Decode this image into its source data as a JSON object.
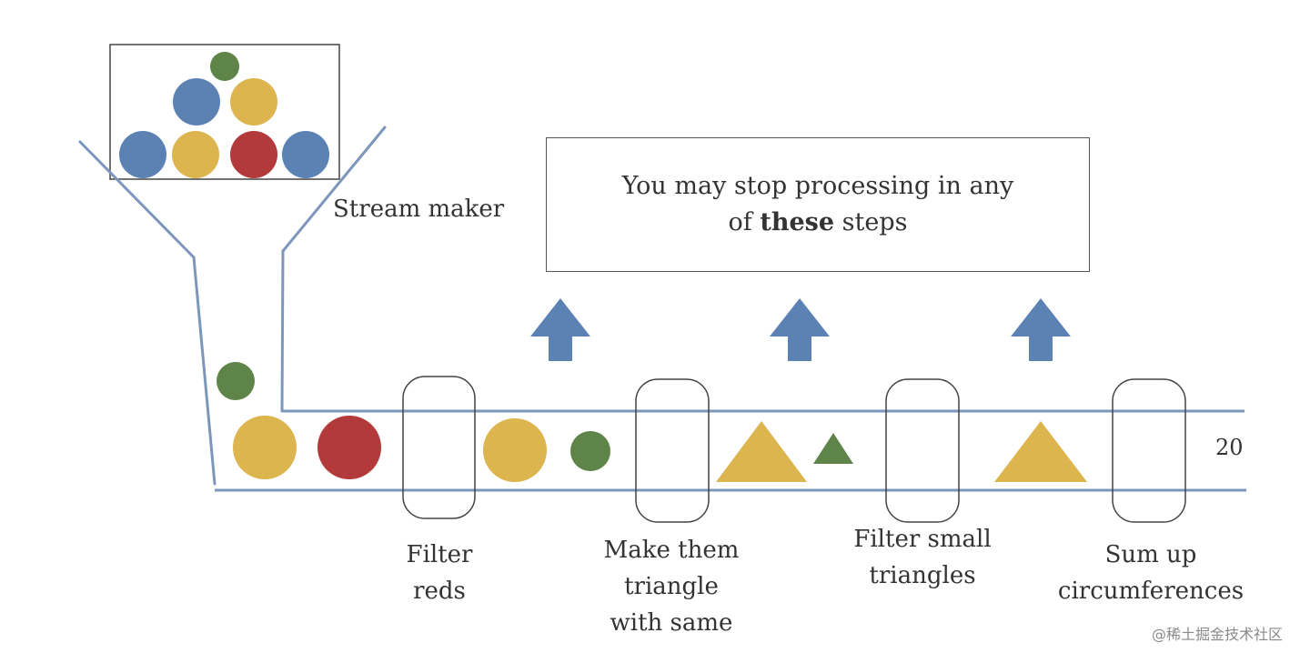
{
  "colors": {
    "blue": "#5b82b3",
    "yellow": "#ddb54e",
    "red": "#b33a3a",
    "green": "#5e8449",
    "arrow": "#5b82b3",
    "belt": "#7d96bb"
  },
  "labels": {
    "stream_maker": "Stream maker",
    "step1_line1": "Filter",
    "step1_line2": "reds",
    "step2_line1": "Make them",
    "step2_line2": "triangle",
    "step2_line3": "with same",
    "step3_line1": "Filter small",
    "step3_line2": "triangles",
    "step4_line1": "Sum up",
    "step4_line2": "circumferences"
  },
  "callout": {
    "line1": "You may stop processing in any",
    "line2_prefix": "of ",
    "line2_bold": "these",
    "line2_suffix": " steps"
  },
  "result_value": "20",
  "watermark": "@稀土掘金技术社区"
}
